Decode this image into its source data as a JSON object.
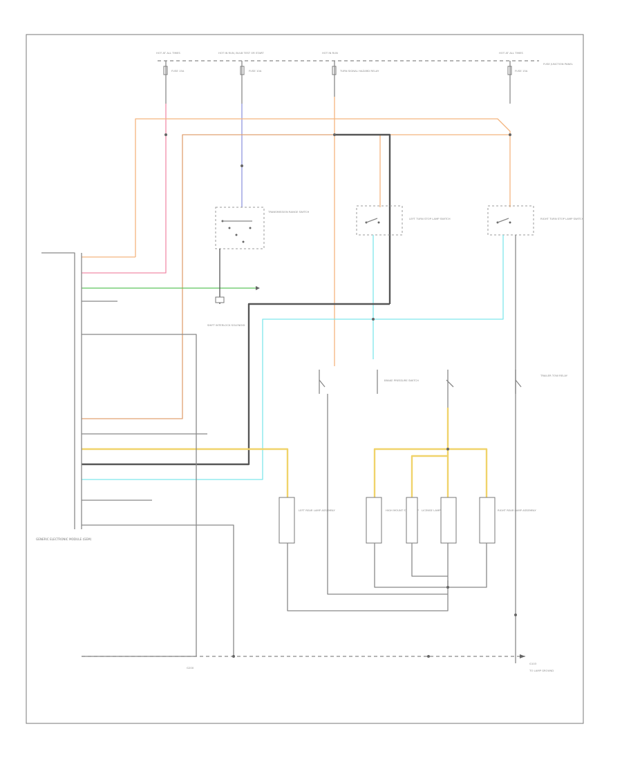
{
  "diagram": {
    "watermark": "",
    "top_bus": {
      "sources": [
        {
          "name": "HOT AT ALL TIMES",
          "fuse": "FUSE 15A"
        },
        {
          "name": "HOT IN RUN, BULB TEST OR START",
          "fuse": "FUSE 10A"
        },
        {
          "name": "HOT IN RUN",
          "fuse": "TURN SIGNAL HAZARD RELAY"
        },
        {
          "name": "HOT AT ALL TIMES",
          "fuse": "FUSE 15A"
        }
      ],
      "fuse_panel": "FUSE JUNCTION PANEL"
    },
    "left_module": {
      "title": "GENERIC ELECTRONIC MODULE (GEM)"
    },
    "bottom_note": "TO LAMP GROUND",
    "g_labels": [
      "G200",
      "G103"
    ],
    "component_labels": [
      "TRANSMISSION RANGE SWITCH",
      "LEFT TURN STOP LAMP SWITCH",
      "RIGHT TURN STOP LAMP SWITCH",
      "TRAILER TOW RELAY",
      "BRAKE PRESSURE SWITCH",
      "HIGH MOUNT STOP LAMP",
      "LEFT REAR LAMP ASSEMBLY",
      "RIGHT REAR LAMP ASSEMBLY",
      "LICENSE LAMP",
      "SHIFT INTERLOCK SOLENOID"
    ]
  },
  "colors": {
    "orange": "#f3b47e",
    "pink": "#f08aa8",
    "blue": "#8f96de",
    "cyan": "#7ee6ec",
    "yellow": "#f0d36a",
    "green": "#5cc45c",
    "gray": "#888888"
  }
}
